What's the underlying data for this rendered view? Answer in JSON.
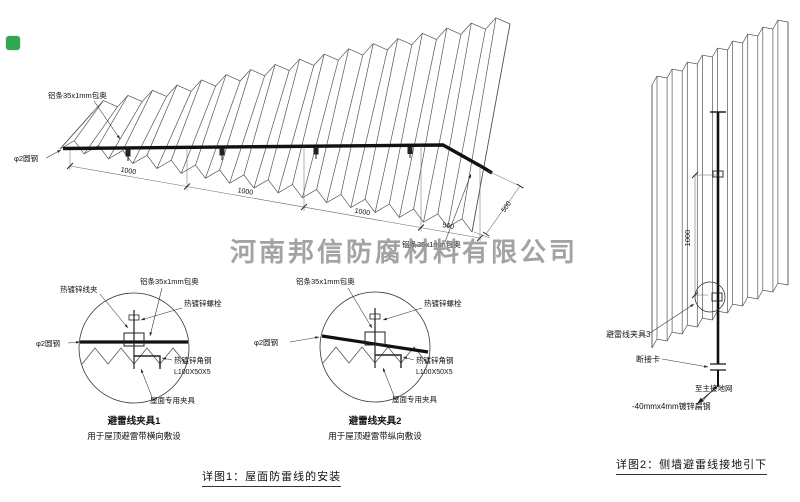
{
  "watermark": "河南邦信防腐材料有限公司",
  "colors": {
    "red": "#cc2200",
    "green_badge": "#2fa84f"
  },
  "figure1": {
    "caption": "详图1：屋面防雷线的安装",
    "roof": {
      "strip_label_top": "铝条35x1mm包奥",
      "strip_label_right": "铝条35x1mm包奥",
      "round_steel_label": "φ2圆钢",
      "dims_bottom": [
        "1000",
        "1000",
        "1000",
        "500"
      ],
      "dim_side": "500"
    },
    "detail1": {
      "title": "避雷线夹具1",
      "subtitle": "用于屋顶避雷带横向敷设",
      "labels": {
        "wire_clip": "热镀锌线夹",
        "strip": "铝条35x1mm包奥",
        "bolt": "热镀锌螺栓",
        "round_steel": "φ2圆钢",
        "angle_steel": "热镀锌角钢",
        "angle_spec": "L100X50X5",
        "roof_clamp": "屋面专用夹具"
      }
    },
    "detail2": {
      "title": "避雷线夹具2",
      "subtitle": "用于屋顶避雷带纵向敷设",
      "labels": {
        "strip": "铝条35x1mm包奥",
        "bolt": "热镀锌螺栓",
        "round_steel": "φ2圆钢",
        "angle_steel": "热镀锌角钢",
        "angle_spec": "L100X50X5",
        "roof_clamp": "屋面专用夹具"
      }
    }
  },
  "figure2": {
    "caption": "详图2：侧墙避雷线接地引下",
    "labels": {
      "clamp3": "避雷线夹具3",
      "disconnect_card": "断接卡",
      "to_main_grid": "至主接地网",
      "flat_steel": "-40mmx4mm镀锌扁钢",
      "dim_vertical": "1000"
    }
  }
}
